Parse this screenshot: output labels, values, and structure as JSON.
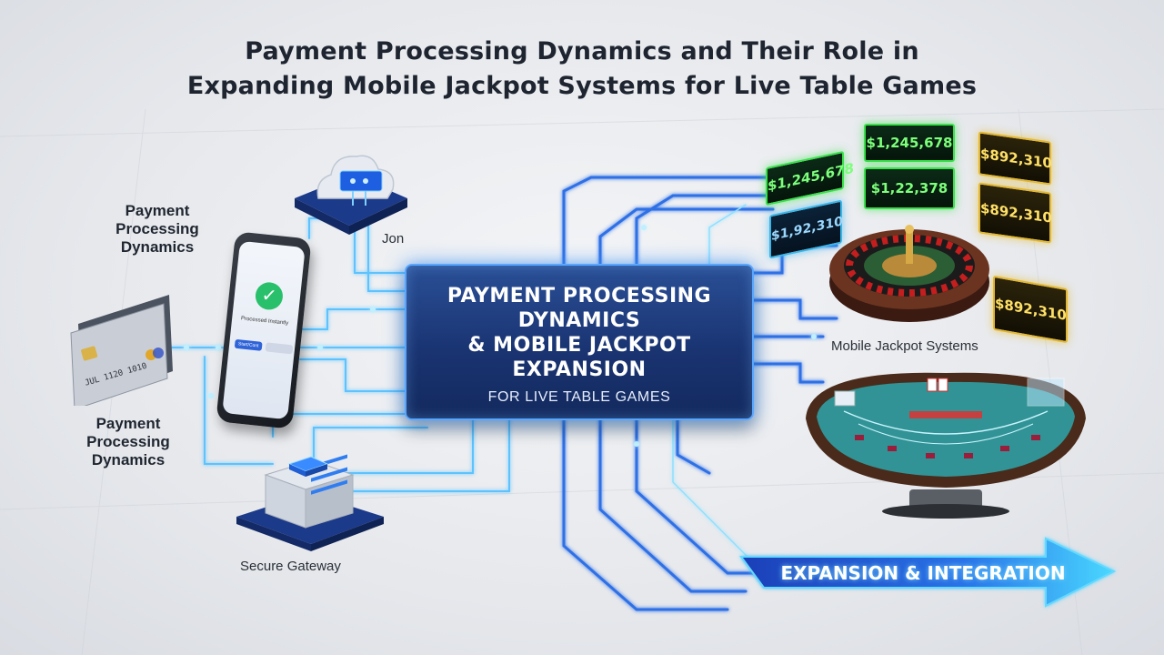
{
  "title": {
    "line1": "Payment Processing Dynamics and Their Role in",
    "line2": "Expanding Mobile Jackpot Systems for Live Table Games"
  },
  "center_panel": {
    "line1": "PAYMENT PROCESSING",
    "line2": "DYNAMICS",
    "line3": "& MOBILE JACKPOT",
    "line4": "EXPANSION",
    "subtitle": "FOR LIVE TABLE GAMES"
  },
  "labels": {
    "payment_top": {
      "line1": "Payment",
      "line2": "Processing",
      "line3": "Dynamics"
    },
    "payment_bottom": {
      "line1": "Payment",
      "line2": "Processing",
      "line3": "Dynamics"
    },
    "cloud": "Jon",
    "gateway": "Secure Gateway",
    "jackpot": "Mobile Jackpot Systems"
  },
  "phone": {
    "text": "Processed Instantly",
    "btn_left": "Start/Cont",
    "btn_right": ""
  },
  "card": {
    "number": "JUL 1120 1010"
  },
  "jackpot_signs": [
    {
      "value": "$1,245,678",
      "style": "green"
    },
    {
      "value": "$1,245,678",
      "style": "green"
    },
    {
      "value": "$1,22,378",
      "style": "green"
    },
    {
      "value": "$892,310",
      "style": "gold"
    },
    {
      "value": "$892,310",
      "style": "gold"
    },
    {
      "value": "$1,92,310",
      "style": "blue"
    },
    {
      "value": "$892,310",
      "style": "gold"
    }
  ],
  "expansion": "EXPANSION & INTEGRATION",
  "colors": {
    "wire": "#2f7df0",
    "wire_glow": "#7ad2ff",
    "panel": "#1a3472",
    "accent_green": "#39e04a",
    "accent_gold": "#e3b730"
  }
}
